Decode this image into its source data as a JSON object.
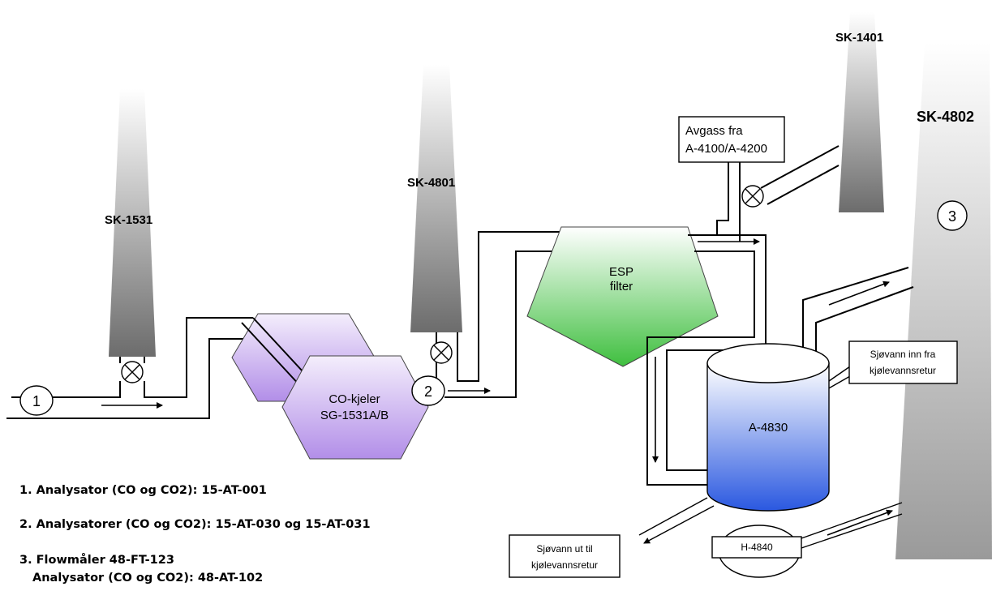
{
  "stacks": {
    "sk1531": "SK-1531",
    "sk4801": "SK-4801",
    "sk1401": "SK-1401",
    "sk4802": "SK-4802"
  },
  "equipment": {
    "co_boiler_line1": "CO-kjeler",
    "co_boiler_line2": "SG-1531A/B",
    "esp_line1": "ESP",
    "esp_line2": "filter",
    "tank": "A-4830",
    "heat_exchanger": "H-4840",
    "offgas_line1": "Avgass fra",
    "offgas_line2": "A-4100/A-4200",
    "seawater_in_line1": "Sjøvann  inn fra",
    "seawater_in_line2": "kjølevannsretur",
    "seawater_out_line1": "Sjøvann  ut til",
    "seawater_out_line2": "kjølevannsretur"
  },
  "points": {
    "p1": "1",
    "p2": "2",
    "p3": "3"
  },
  "legend": {
    "item1": "1. Analysator (CO og CO2): 15-AT-001",
    "item2": "2. Analysatorer (CO og CO2): 15-AT-030 og 15-AT-031",
    "item3_line1": "3. Flowmåler 48-FT-123",
    "item3_line2": "Analysator (CO og CO2): 48-AT-102"
  },
  "colors": {
    "stack_gray": "#777777",
    "boiler_purple": "#b89ae8",
    "esp_green": "#4ec24e",
    "tank_blue": "#2f5fe0"
  }
}
